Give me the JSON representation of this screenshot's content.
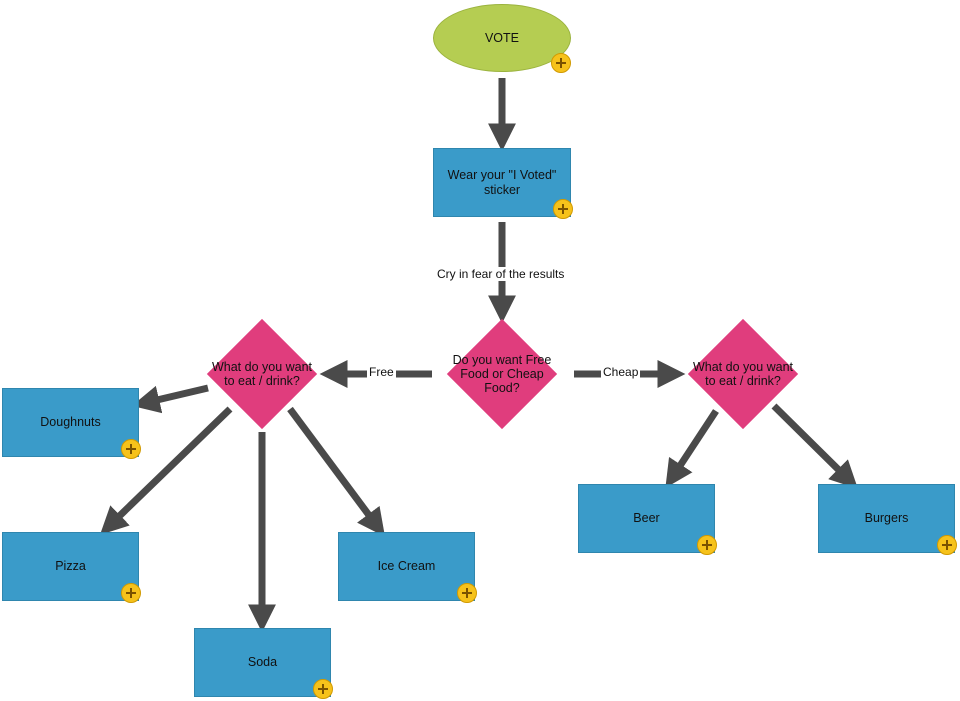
{
  "diagram": {
    "colors": {
      "start": "#b5cd52",
      "process": "#3a9bc9",
      "decision": "#e03d7d",
      "connector": "#4a4a4a",
      "add_button": "#f6c21b"
    },
    "nodes": {
      "vote": "VOTE",
      "sticker": "Wear your \"I Voted\" sticker",
      "cheap_or_free": "Do you want Free Food or Cheap Food?",
      "free_what": "What do you want to eat / drink?",
      "cheap_what": "What do you want to eat / drink?",
      "doughnuts": "Doughnuts",
      "pizza": "Pizza",
      "soda": "Soda",
      "ice_cream": "Ice Cream",
      "beer": "Beer",
      "burgers": "Burgers"
    },
    "edge_labels": {
      "sticker_to_decision": "Cry in fear of the results",
      "free": "Free",
      "cheap": "Cheap"
    },
    "add_button_icon": "plus-icon"
  }
}
